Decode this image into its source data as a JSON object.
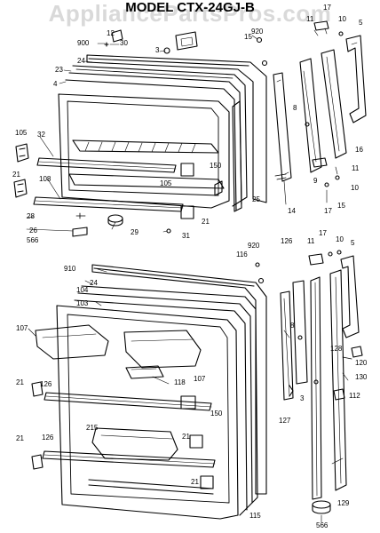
{
  "watermark": "AppliancePartsPros.com",
  "title": "MODEL CTX-24GJ-B",
  "callouts": {
    "top": [
      {
        "id": "t12",
        "text": "12"
      },
      {
        "id": "t900",
        "text": "900"
      },
      {
        "id": "t30",
        "text": "30"
      },
      {
        "id": "t3",
        "text": "3"
      },
      {
        "id": "t24",
        "text": "24"
      },
      {
        "id": "t23",
        "text": "23"
      },
      {
        "id": "t4",
        "text": "4"
      },
      {
        "id": "t920",
        "text": "920"
      },
      {
        "id": "t15",
        "text": "15"
      },
      {
        "id": "t11",
        "text": "11"
      },
      {
        "id": "t17",
        "text": "17"
      },
      {
        "id": "t10",
        "text": "10"
      },
      {
        "id": "t5",
        "text": "5"
      },
      {
        "id": "t8",
        "text": "8"
      },
      {
        "id": "t16",
        "text": "16"
      },
      {
        "id": "t105a",
        "text": "105"
      },
      {
        "id": "t32",
        "text": "32"
      },
      {
        "id": "t150",
        "text": "150"
      },
      {
        "id": "t105b",
        "text": "105"
      },
      {
        "id": "t11b",
        "text": "11"
      },
      {
        "id": "t21a",
        "text": "21"
      },
      {
        "id": "t108",
        "text": "108"
      },
      {
        "id": "t25",
        "text": "25"
      },
      {
        "id": "t10b",
        "text": "10"
      },
      {
        "id": "t9",
        "text": "9"
      },
      {
        "id": "t14",
        "text": "14"
      },
      {
        "id": "t15b",
        "text": "15"
      },
      {
        "id": "t17b",
        "text": "17"
      },
      {
        "id": "t28",
        "text": "28"
      },
      {
        "id": "t21b",
        "text": "21"
      },
      {
        "id": "t26",
        "text": "26"
      },
      {
        "id": "t29",
        "text": "29"
      },
      {
        "id": "t31",
        "text": "31"
      },
      {
        "id": "t566",
        "text": "566"
      }
    ],
    "bottom": [
      {
        "id": "b920",
        "text": "920"
      },
      {
        "id": "b126a",
        "text": "126"
      },
      {
        "id": "b11",
        "text": "11"
      },
      {
        "id": "b17",
        "text": "17"
      },
      {
        "id": "b10",
        "text": "10"
      },
      {
        "id": "b5",
        "text": "5"
      },
      {
        "id": "b116",
        "text": "116"
      },
      {
        "id": "b910",
        "text": "910"
      },
      {
        "id": "b24",
        "text": "24"
      },
      {
        "id": "b104",
        "text": "104"
      },
      {
        "id": "b103",
        "text": "103"
      },
      {
        "id": "b8",
        "text": "8"
      },
      {
        "id": "b107a",
        "text": "107"
      },
      {
        "id": "b128",
        "text": "128"
      },
      {
        "id": "b120",
        "text": "120"
      },
      {
        "id": "b118",
        "text": "118"
      },
      {
        "id": "b107b",
        "text": "107"
      },
      {
        "id": "b130",
        "text": "130"
      },
      {
        "id": "b21a",
        "text": "21"
      },
      {
        "id": "b126b",
        "text": "126"
      },
      {
        "id": "b3",
        "text": "3"
      },
      {
        "id": "b112",
        "text": "112"
      },
      {
        "id": "b150",
        "text": "150"
      },
      {
        "id": "b127",
        "text": "127"
      },
      {
        "id": "b215",
        "text": "215"
      },
      {
        "id": "b21b",
        "text": "21"
      },
      {
        "id": "b21c",
        "text": "21"
      },
      {
        "id": "b126c",
        "text": "126"
      },
      {
        "id": "b21d",
        "text": "21"
      },
      {
        "id": "b129",
        "text": "129"
      },
      {
        "id": "b115",
        "text": "115"
      },
      {
        "id": "b566",
        "text": "566"
      }
    ]
  }
}
